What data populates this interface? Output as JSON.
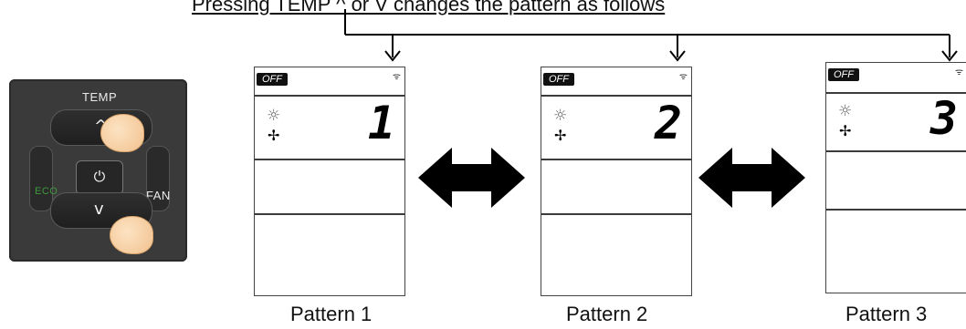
{
  "top_text": "Pressing TEMP ^ or V changes the pattern as follows",
  "remote": {
    "temp_label": "TEMP",
    "eco_label": "ECO",
    "fan_label": "FAN",
    "power_symbol": "⏻",
    "up_symbol": "^",
    "down_symbol": "v"
  },
  "patterns": [
    {
      "off_label": "OFF",
      "digit": "1",
      "caption": "Pattern 1"
    },
    {
      "off_label": "OFF",
      "digit": "2",
      "caption": "Pattern 2"
    },
    {
      "off_label": "OFF",
      "digit": "3",
      "caption": "Pattern 3"
    }
  ],
  "icons": {
    "sun": "☼",
    "fan": "✢",
    "wifi": "ᯤ"
  }
}
